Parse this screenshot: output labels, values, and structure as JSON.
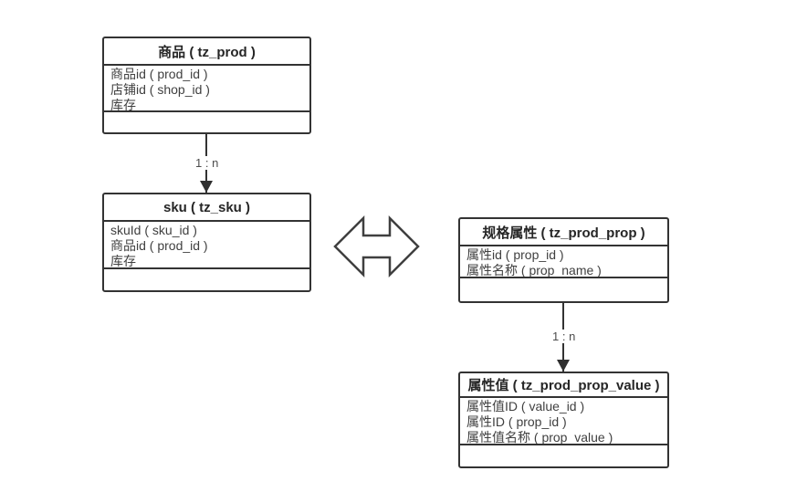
{
  "diagram": {
    "entities": [
      {
        "key": "prod",
        "title": "商品 ( tz_prod )",
        "fields": [
          "商品id ( prod_id )",
          "店铺id ( shop_id )",
          "库存"
        ]
      },
      {
        "key": "sku",
        "title": "sku ( tz_sku )",
        "fields": [
          "skuId ( sku_id )",
          "商品id ( prod_id )",
          "库存"
        ]
      },
      {
        "key": "prod_prop",
        "title": "规格属性 ( tz_prod_prop )",
        "fields": [
          "属性id ( prop_id )",
          "属性名称 ( prop_name )"
        ]
      },
      {
        "key": "prod_prop_value",
        "title": "属性值 ( tz_prod_prop_value )",
        "fields": [
          "属性值ID ( value_id )",
          "属性ID ( prop_id )",
          "属性值名称 ( prop_value )"
        ]
      }
    ],
    "connectors": [
      {
        "from": "prod",
        "to": "sku",
        "label": "1 : n"
      },
      {
        "from": "prod_prop",
        "to": "prod_prop_value",
        "label": "1 : n"
      }
    ],
    "colors": {
      "background": "#ffffff",
      "line": "#333333",
      "field_text": "#404040",
      "title_text": "#262626"
    }
  }
}
